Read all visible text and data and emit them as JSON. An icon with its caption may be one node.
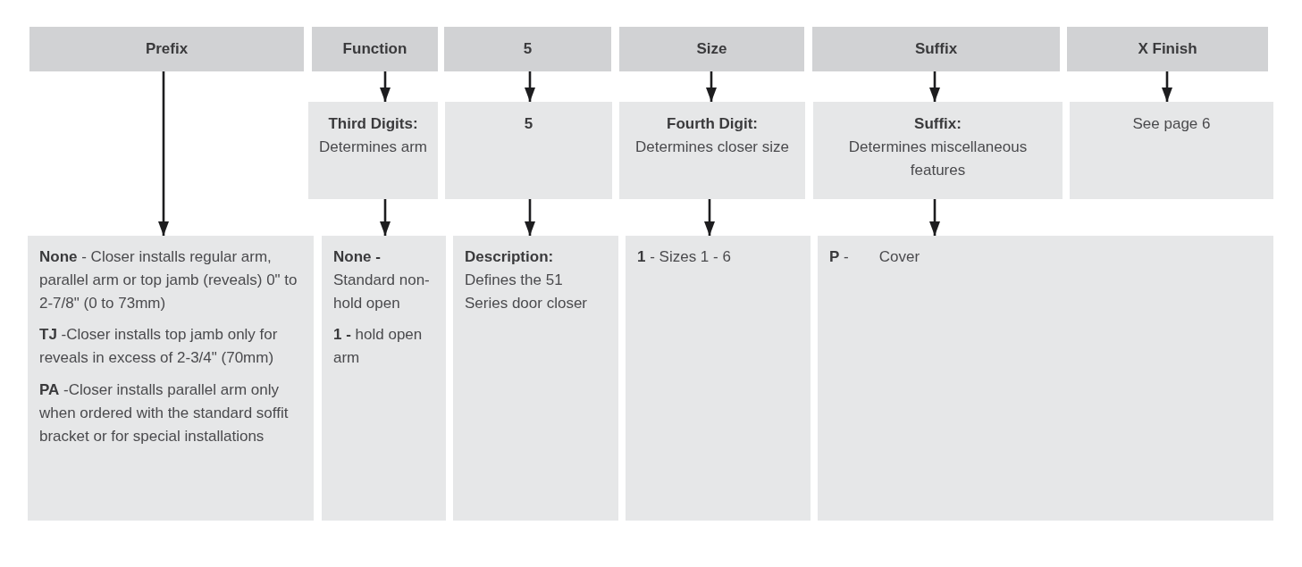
{
  "diagram": {
    "nodes": [
      {
        "text": [
          "Prefix"
        ]
      },
      {
        "text": [
          "Function"
        ]
      },
      {
        "text": [
          "5"
        ]
      },
      {
        "text": [
          "Size"
        ]
      },
      {
        "text": [
          "Suffix"
        ]
      },
      {
        "text": [
          "X Finish"
        ]
      },
      {
        "text": [
          "Third Digits:",
          "Determines arm"
        ]
      },
      {
        "text": [
          "5"
        ]
      },
      {
        "text": [
          "Fourth Digit:",
          "Determines closer size"
        ]
      },
      {
        "text": [
          "Suffix:",
          "Determines miscellaneous features"
        ]
      },
      {
        "text": [
          "See page 6"
        ]
      },
      {
        "text": [
          "**None** - Closer installs regular arm, parallel arm or top jamb (reveals) 0\" to 2-7/8\" (0 to 73mm)",
          "**TJ** -Closer installs top jamb only for reveals in excess of 2-3/4\" (70mm)",
          "**PA** -Closer installs parallel arm only when ordered with the standard soffit bracket or for special installations"
        ]
      },
      {
        "text": [
          "**None -** Standard non-hold open",
          "**1 -** hold open arm"
        ]
      },
      {
        "text": [
          "Description:",
          "Defines the 51 Series door closer"
        ]
      },
      {
        "text": [
          "**1** - Sizes 1 - 6"
        ]
      },
      {
        "text": [
          "**P** -",
          "Cover"
        ]
      }
    ],
    "edges": [
      {
        "from": 0,
        "to": 11,
        "arrow": "to"
      },
      {
        "from": 1,
        "to": 6,
        "arrow": "to"
      },
      {
        "from": 6,
        "to": 12,
        "arrow": "to"
      },
      {
        "from": 2,
        "to": 7,
        "arrow": "to"
      },
      {
        "from": 7,
        "to": 13,
        "arrow": "to"
      },
      {
        "from": 3,
        "to": 8,
        "arrow": "to"
      },
      {
        "from": 8,
        "to": 14,
        "arrow": "to"
      },
      {
        "from": 4,
        "to": 9,
        "arrow": "to"
      },
      {
        "from": 9,
        "to": 15,
        "arrow": "to"
      },
      {
        "from": 5,
        "to": 10,
        "arrow": "to"
      }
    ]
  }
}
